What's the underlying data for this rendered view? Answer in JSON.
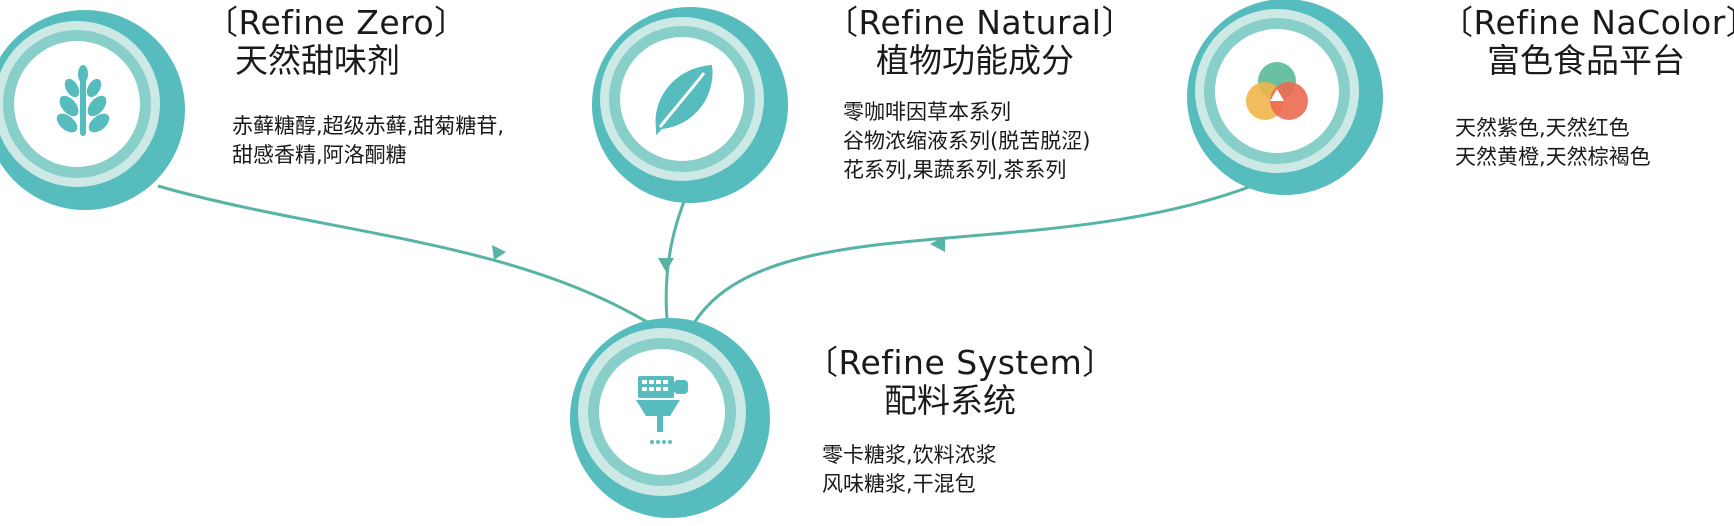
{
  "colors": {
    "ring_outer": "#56bcbd",
    "ring_light": "#cde9e6",
    "ring_mid": "#88cfc9",
    "icon_fill": "#56bcbd",
    "connector": "#57b4a4",
    "overlap_green": "#5cbc9a",
    "overlap_yellow": "#f0b64a",
    "overlap_red": "#ec6a50"
  },
  "nodes": {
    "zero": {
      "icon": "wheat-icon",
      "title_en": "〔Refine Zero〕",
      "title_zh": "天然甜味剂",
      "lines": [
        "赤藓糖醇,超级赤藓,甜菊糖苷,",
        "甜感香精,阿洛酮糖"
      ]
    },
    "natural": {
      "icon": "leaf-icon",
      "title_en": "〔Refine Natural〕",
      "title_zh": "植物功能成分",
      "lines": [
        "零咖啡因草本系列",
        "谷物浓缩液系列(脱苦脱涩)",
        "花系列,果蔬系列,茶系列"
      ]
    },
    "nacolor": {
      "icon": "color-circles-icon",
      "title_en": "〔Refine NaColor〕",
      "title_zh": "富色食品平台",
      "lines": [
        "天然紫色,天然红色",
        "天然黄橙,天然棕褐色"
      ]
    },
    "system": {
      "icon": "dispenser-machine-icon",
      "title_en": "〔Refine System〕",
      "title_zh": "配料系统",
      "lines": [
        "零卡糖浆,饮料浓浆",
        "风味糖浆,干混包"
      ]
    }
  }
}
